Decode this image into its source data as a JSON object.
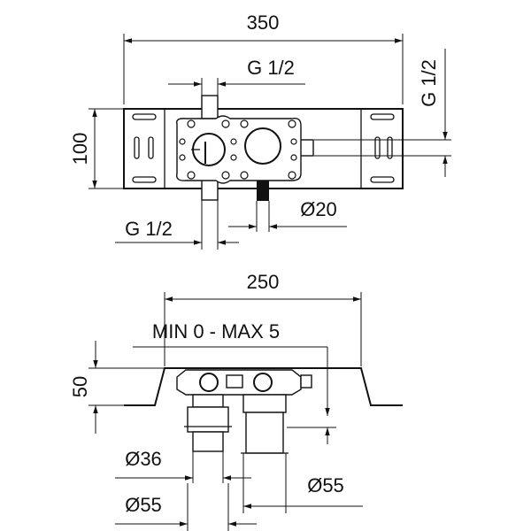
{
  "top_view": {
    "width_label": "350",
    "height_label": "100",
    "thread_top_label": "G 1/2",
    "thread_right_label": "G 1/2",
    "thread_bottom_label": "G 1/2",
    "diameter_label": "Ø20"
  },
  "side_view": {
    "width_label": "250",
    "depth_range_label": "MIN 0 - MAX 5",
    "height_label": "50",
    "inner_pipe_label": "Ø36",
    "outer_pipe_left_label": "Ø55",
    "outer_pipe_right_label": "Ø55"
  }
}
